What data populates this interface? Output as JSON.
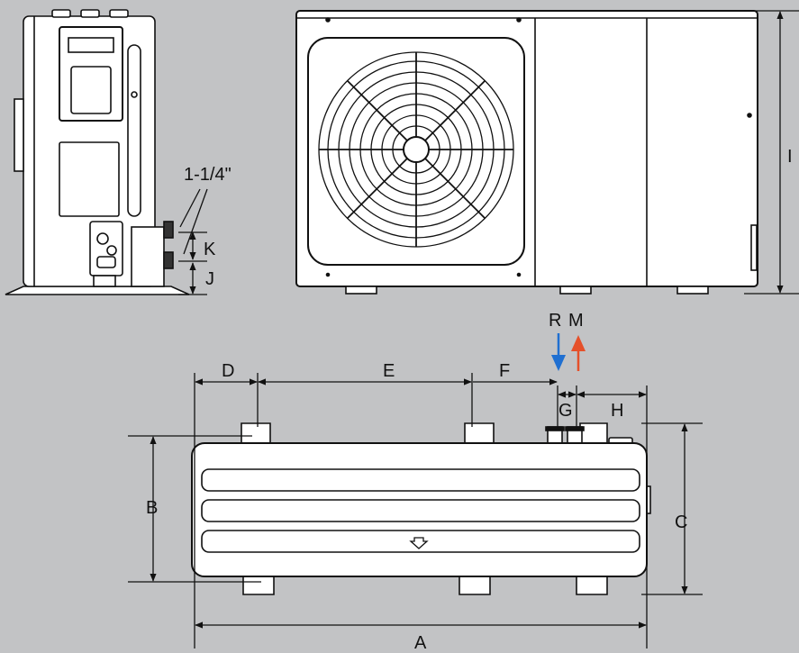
{
  "labels": {
    "pipe_size": "1-1/4\"",
    "K": "K",
    "J": "J",
    "I": "I",
    "R": "R",
    "M": "M",
    "D": "D",
    "E": "E",
    "F": "F",
    "G": "G",
    "H": "H",
    "B": "B",
    "C": "C",
    "A": "A"
  },
  "colors": {
    "background": "#c2c3c5",
    "unit_body": "#ffffff",
    "line": "#111111",
    "return_arrow": "#1f6fd1",
    "supply_arrow": "#e5502a"
  },
  "icons": {
    "return_flow": "arrow-down-icon",
    "supply_flow": "arrow-up-icon",
    "drain": "drain-arrow-icon",
    "fan": "fan-guard-icon"
  }
}
